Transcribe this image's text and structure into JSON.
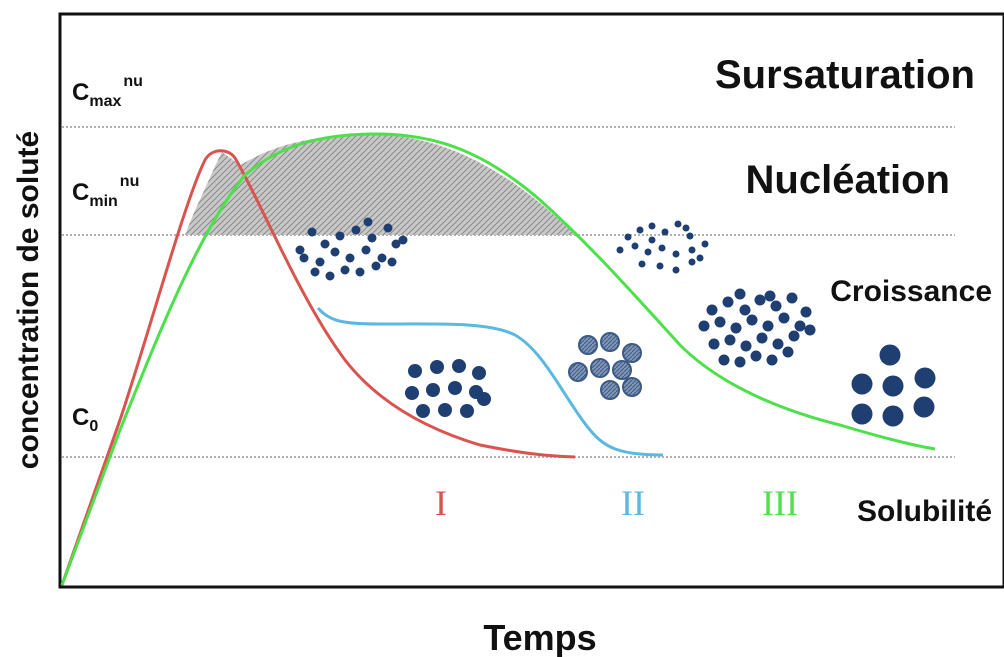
{
  "ylabel": "concentration de soluté",
  "xlabel": "Temps",
  "levels": {
    "cmax_base": "C",
    "cmax_sub": "max",
    "cmax_sup": "nu",
    "cmin_base": "C",
    "cmin_sub": "min",
    "cmin_sup": "nu",
    "c0_base": "C",
    "c0_sub": "0"
  },
  "regions": {
    "sursaturation": "Sursaturation",
    "nucleation": "Nucléation",
    "croissance": "Croissance",
    "solubilite": "Solubilité"
  },
  "curves": [
    {
      "id": "I",
      "label": "I",
      "color": "#d9534f"
    },
    {
      "id": "II",
      "label": "II",
      "color": "#5bb8e0"
    },
    {
      "id": "III",
      "label": "III",
      "color": "#4ee04a"
    }
  ],
  "colors": {
    "particle": "#1f3f73",
    "particle_hatched": "#7f95b4",
    "nucleation_zone": "#b5b5b5",
    "grid_line": "#b0b0b0",
    "axis": "#111111"
  }
}
